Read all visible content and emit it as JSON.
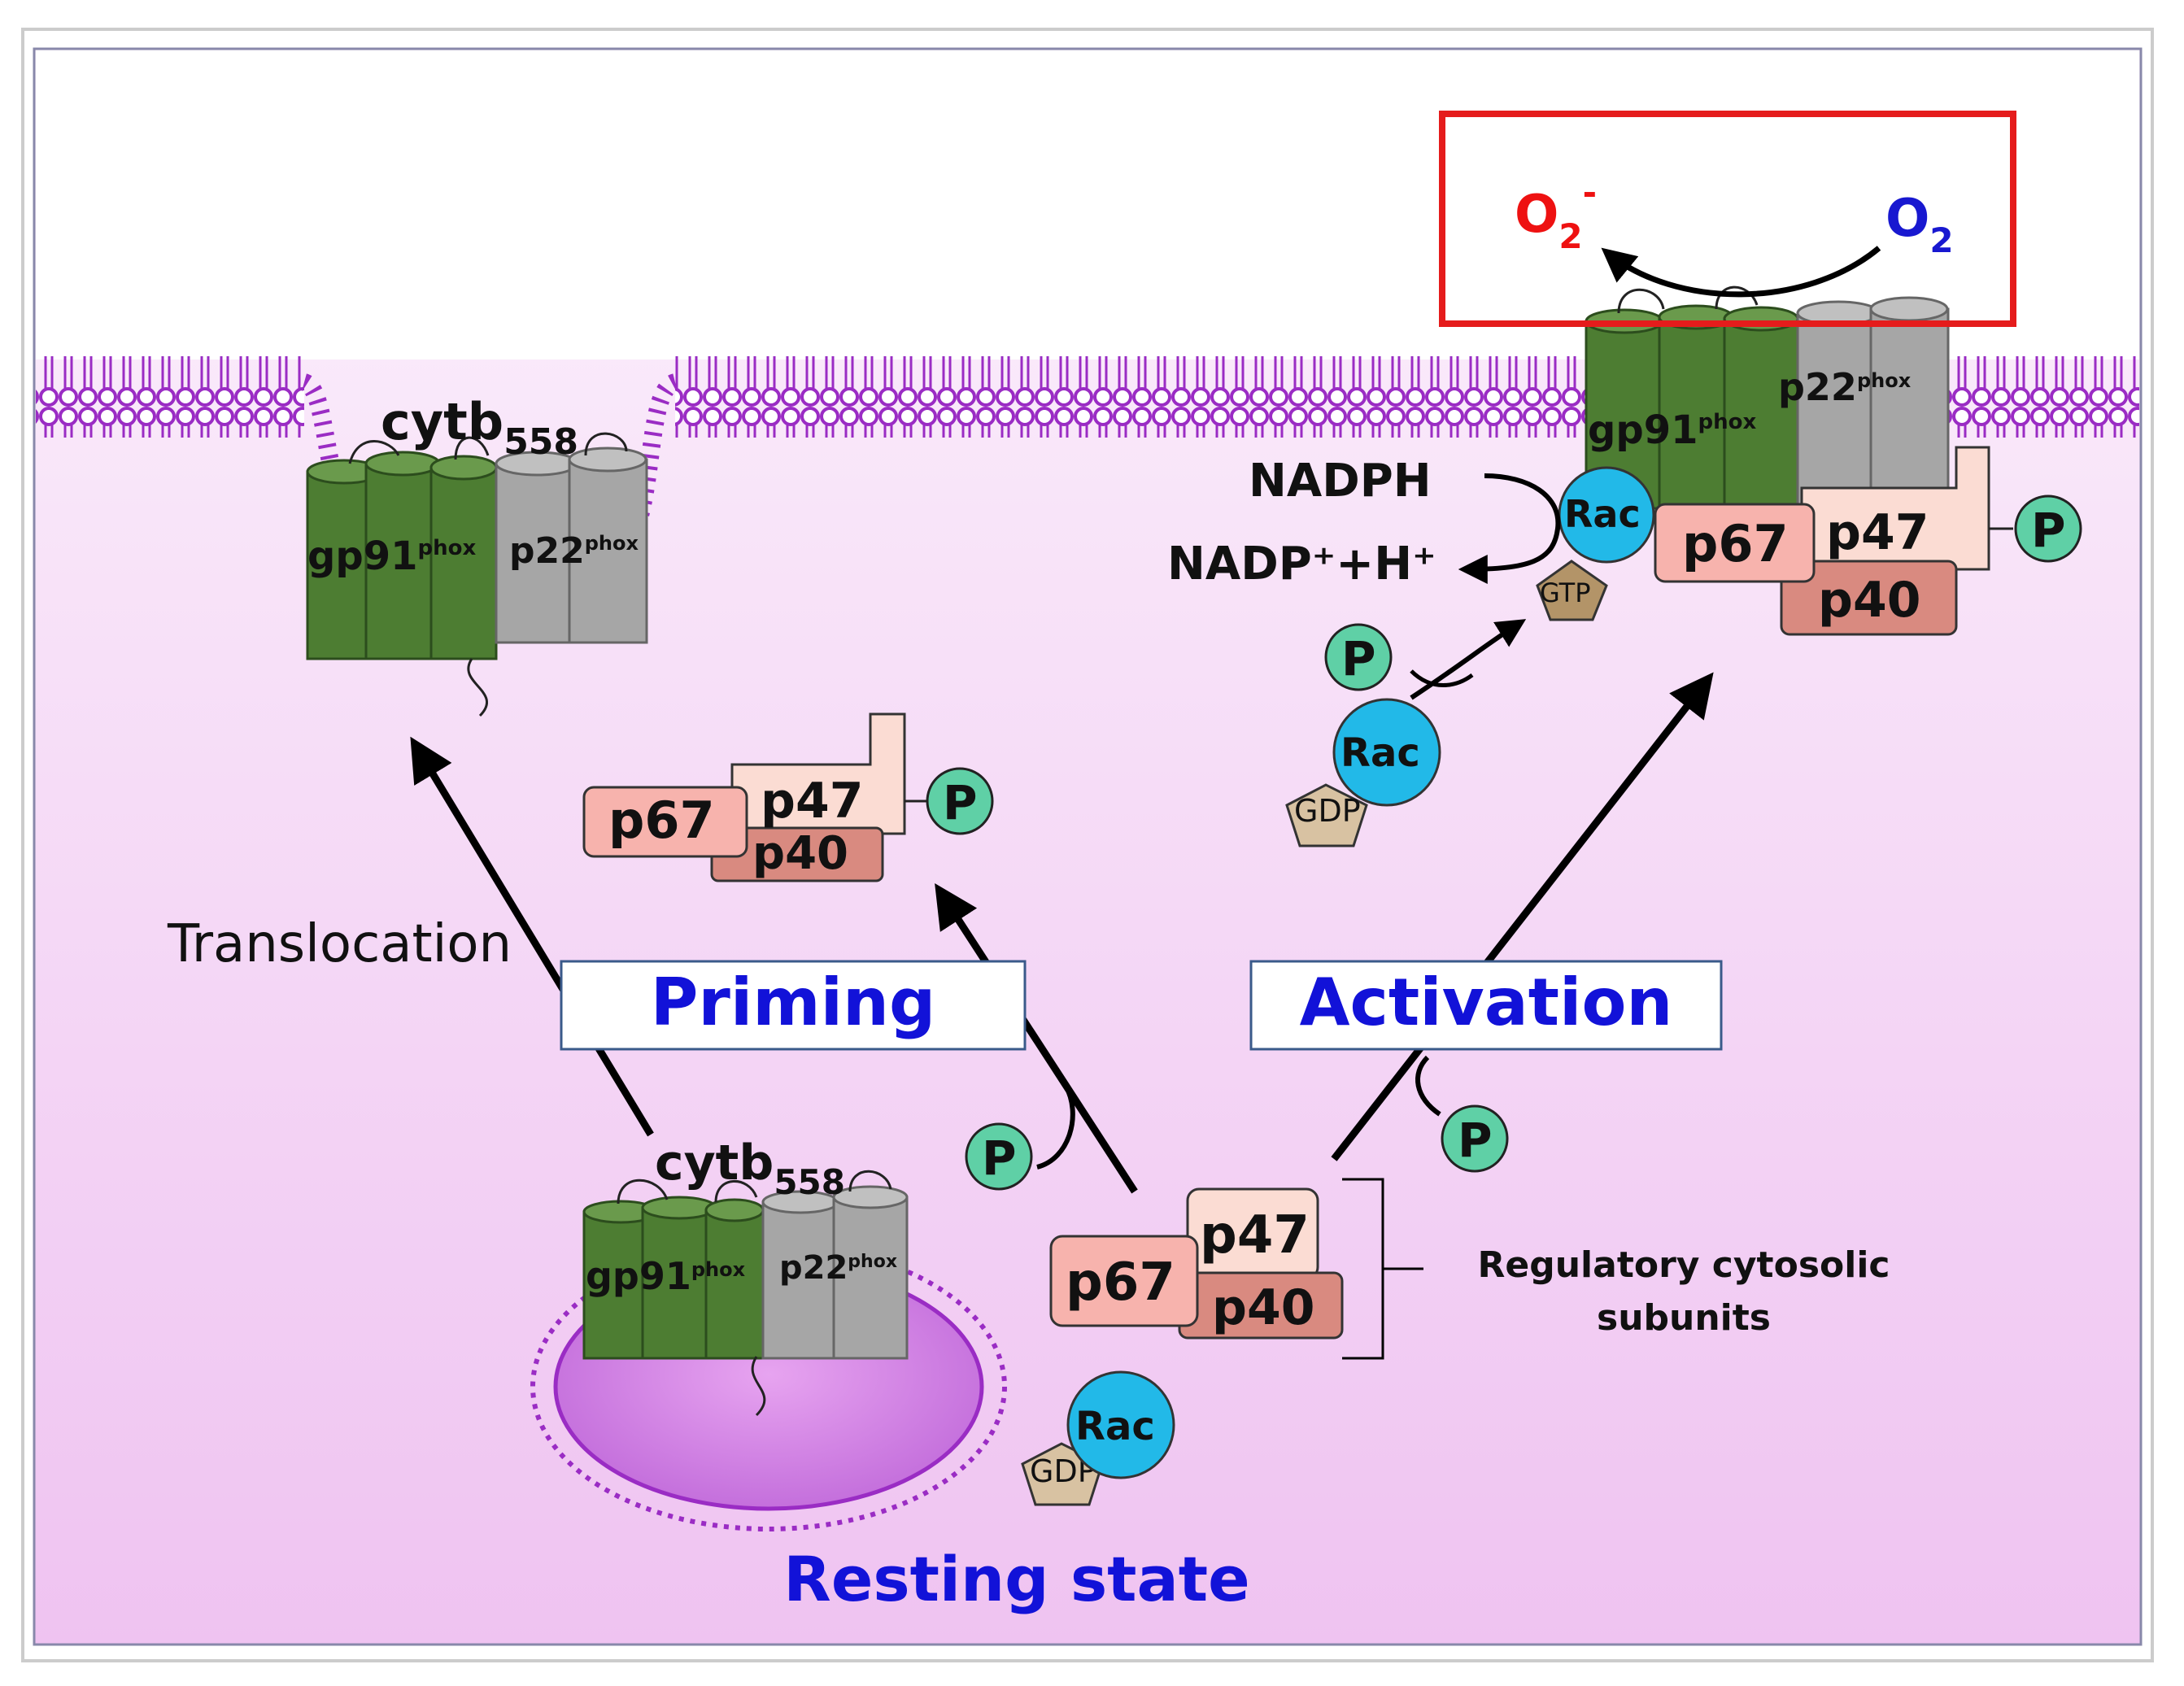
{
  "labels": {
    "cytb_top": "cytb",
    "cytb_top_sub": "558",
    "cytb_bottom": "cytb",
    "cytb_bottom_sub": "558",
    "gp91": "gp91",
    "p22": "p22",
    "phox": "phox",
    "p67": "p67",
    "p47": "p47",
    "p40": "p40",
    "P": "P",
    "Rac": "Rac",
    "GDP": "GDP",
    "GTP": "GTP",
    "NADPH": "NADPH",
    "NADP_product": "NADP⁺+H⁺",
    "O2_product": "O",
    "O2_product_sub": "2",
    "O2_product_sup": "-",
    "O2_substrate": "O",
    "O2_substrate_sub": "2",
    "translocation": "Translocation",
    "priming": "Priming",
    "activation": "Activation",
    "resting_state": "Resting state",
    "regulatory_line1": "Regulatory cytosolic",
    "regulatory_line2": "subunits"
  },
  "colors": {
    "membrane": "#9a2cc4",
    "cytosol_top": "#fbeefb",
    "cytosol_bottom": "#f0c6f2",
    "gp91": "#4d7d32",
    "p22": "#a6a6a6",
    "p67": "#f7b3ad",
    "p47": "#fbdcd3",
    "p40": "#d98a80",
    "phosphate": "#5fd0a6",
    "rac": "#22b9e8",
    "gdp": "#d8c2a2",
    "gtp": "#b39468",
    "stage_text": "#1212d8",
    "superoxide": "#ee1111",
    "oxygen": "#1818d0",
    "highlight_box": "#e51c1c"
  }
}
